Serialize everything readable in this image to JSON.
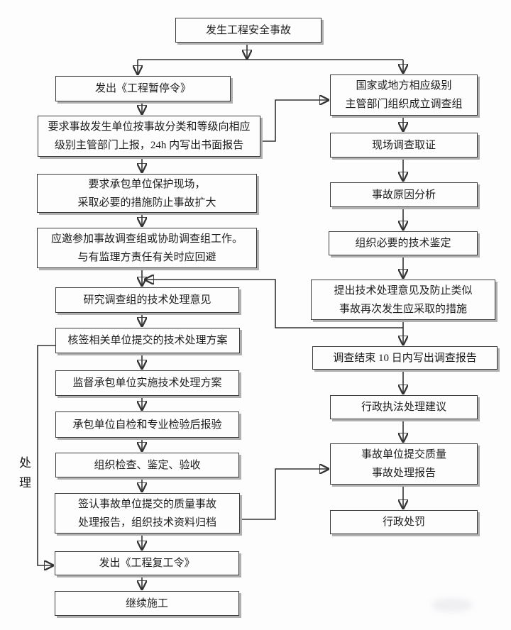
{
  "diagram": {
    "type": "flowchart",
    "side_label": "处理",
    "colors": {
      "background": "#fdfdfd",
      "box_border": "#3a3a3a",
      "box_shadow": "#b0b0b0",
      "line": "#333333",
      "text": "#1c1c1c"
    },
    "nodes": {
      "start": {
        "text": "发生工程安全事故"
      },
      "l1": {
        "text": "发出《工程暂停令》"
      },
      "l2": {
        "text": "要求事故发生单位按事故分类和等级向相应\n级别主管部门上报，24h 内写出书面报告"
      },
      "l3": {
        "text": "要求承包单位保护现场，\n采取必要的措施防止事故扩大"
      },
      "l4": {
        "text": "应邀参加事故调查组或协助调查组工作。\n与有监理方责任有关时应回避"
      },
      "l5": {
        "text": "研究调查组的技术处理意见"
      },
      "l6": {
        "text": "核签相关单位提交的技术处理方案"
      },
      "l7": {
        "text": "监督承包单位实施技术处理方案"
      },
      "l8": {
        "text": "承包单位自检和专业检验后报验"
      },
      "l9": {
        "text": "组织检查、鉴定、验收"
      },
      "l10": {
        "text": "签认事故单位提交的质量事故\n处理报告，组织技术资料归档"
      },
      "l11": {
        "text": "发出《工程复工令》"
      },
      "l12": {
        "text": "继续施工"
      },
      "r1": {
        "text": "国家或地方相应级别\n主管部门组织成立调查组"
      },
      "r2": {
        "text": "现场调查取证"
      },
      "r3": {
        "text": "事故原因分析"
      },
      "r4": {
        "text": "组织必要的技术鉴定"
      },
      "r5": {
        "text": "提出技术处理意见及防止类似\n事故再次发生应采取的措施"
      },
      "r6": {
        "text": "调查结束 10 日内写出调查报告"
      },
      "r7": {
        "text": "行政执法处理建议"
      },
      "r8": {
        "text": "事故单位提交质量\n事故处理报告"
      },
      "r9": {
        "text": "行政处罚"
      }
    },
    "edges": [
      {
        "from": "start",
        "to": "l1"
      },
      {
        "from": "start",
        "to": "r1"
      },
      {
        "from": "l1",
        "to": "l2"
      },
      {
        "from": "l2",
        "to": "r1"
      },
      {
        "from": "l2",
        "to": "l3"
      },
      {
        "from": "l3",
        "to": "l4"
      },
      {
        "from": "l4",
        "to": "l5"
      },
      {
        "from": "r5",
        "to": "l5"
      },
      {
        "from": "l5",
        "to": "l6"
      },
      {
        "from": "l6",
        "to": "l7"
      },
      {
        "from": "l6",
        "to": "l11"
      },
      {
        "from": "l7",
        "to": "l8"
      },
      {
        "from": "l8",
        "to": "l9"
      },
      {
        "from": "l9",
        "to": "l10"
      },
      {
        "from": "l10",
        "to": "l11"
      },
      {
        "from": "l10",
        "to": "r8"
      },
      {
        "from": "l11",
        "to": "l12"
      },
      {
        "from": "r1",
        "to": "r2"
      },
      {
        "from": "r2",
        "to": "r3"
      },
      {
        "from": "r3",
        "to": "r4"
      },
      {
        "from": "r4",
        "to": "r5"
      },
      {
        "from": "r5",
        "to": "r6"
      },
      {
        "from": "r6",
        "to": "r7"
      },
      {
        "from": "r7",
        "to": "r8"
      },
      {
        "from": "r8",
        "to": "r9"
      }
    ]
  }
}
